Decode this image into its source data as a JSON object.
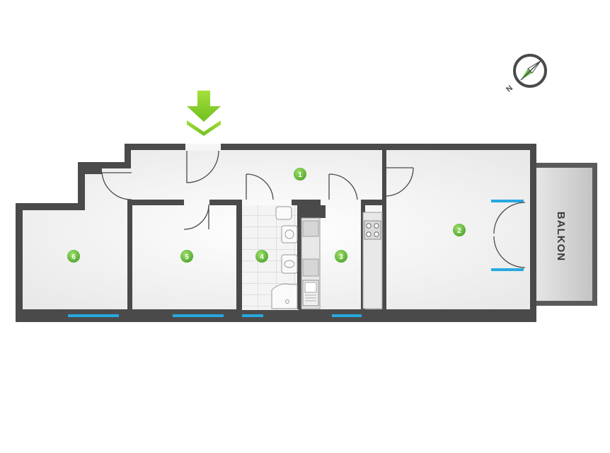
{
  "rooms": [
    {
      "id": "1",
      "label": "1"
    },
    {
      "id": "2",
      "label": "2"
    },
    {
      "id": "3",
      "label": "3"
    },
    {
      "id": "4",
      "label": "4"
    },
    {
      "id": "5",
      "label": "5"
    },
    {
      "id": "6",
      "label": "6"
    }
  ],
  "balcony": {
    "label": "BALKON"
  },
  "compass": {
    "north_label": "N"
  },
  "colors": {
    "wall": "#4a4a4a",
    "window": "#27a8e0",
    "room_marker": "#6cc04a",
    "entrance_arrow": "#8ed430",
    "balcony_fill": "#cfcfcf"
  },
  "icons": {
    "entrance": "down-arrow-icon",
    "compass": "compass-icon"
  }
}
